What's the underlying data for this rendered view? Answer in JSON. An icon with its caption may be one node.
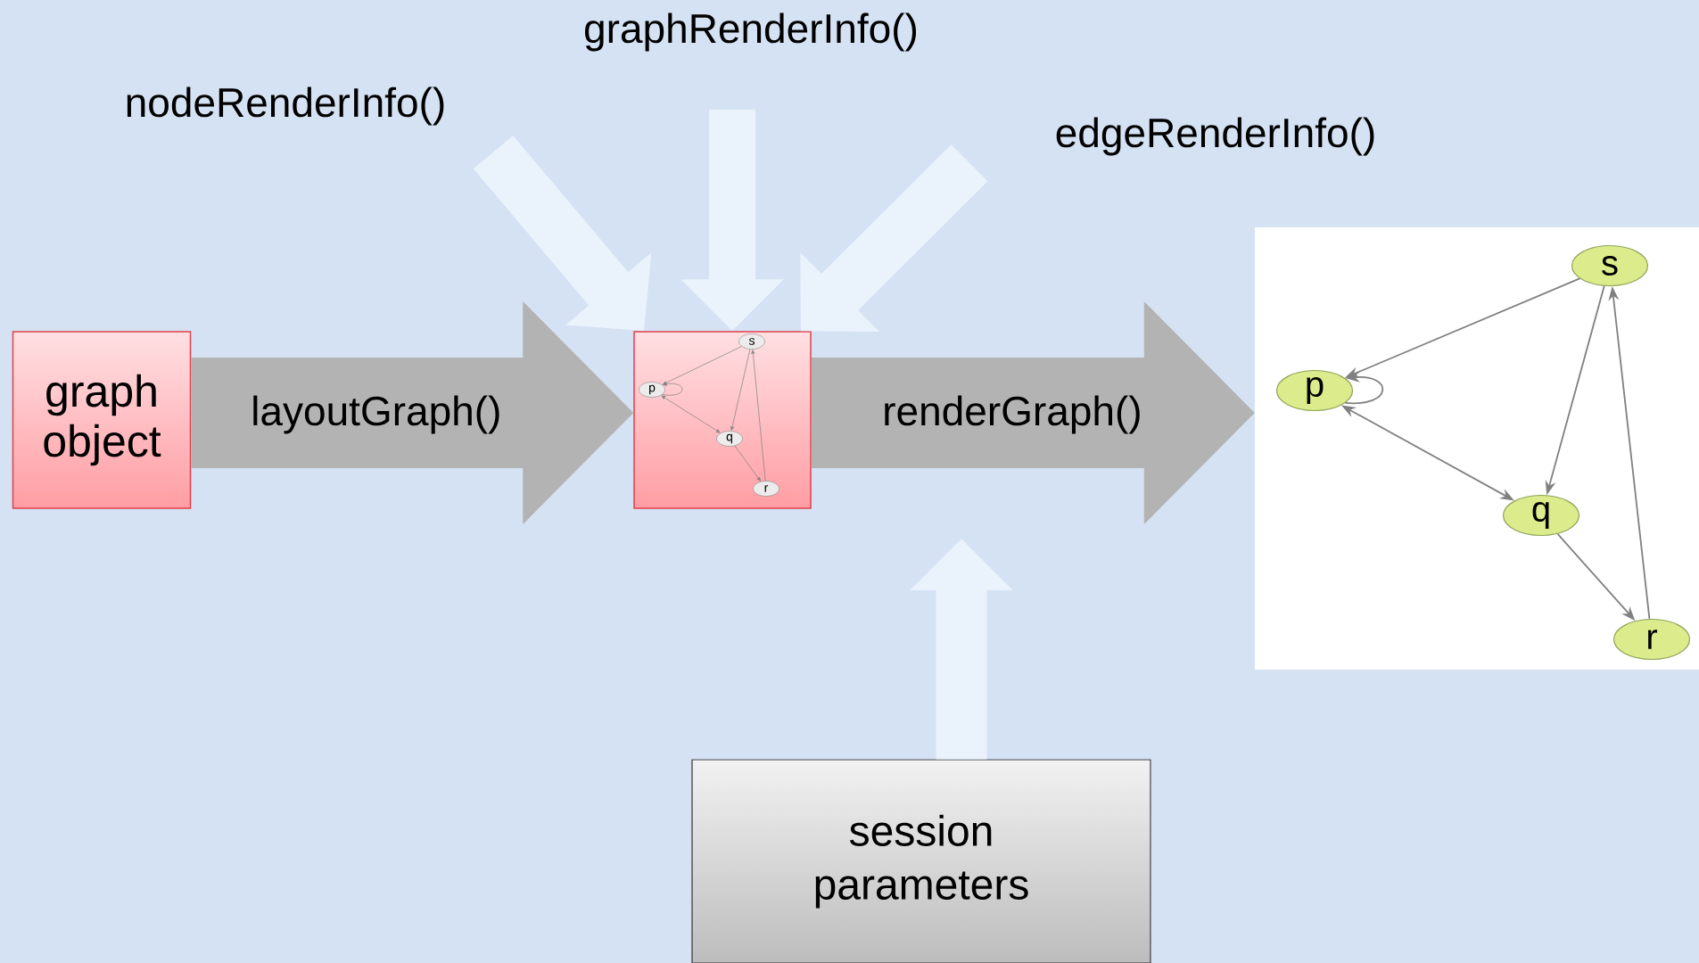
{
  "diagram": {
    "nodes": [
      {
        "text": [
          "graphRenderInfo()"
        ]
      },
      {
        "text": [
          "nodeRenderInfo()"
        ]
      },
      {
        "text": [
          "edgeRenderInfo()"
        ]
      },
      {
        "text": [
          "graph object"
        ]
      },
      {
        "text": [],
        "shape": "box"
      },
      {
        "text": [
          "s"
        ],
        "in": 4
      },
      {
        "text": [
          "p"
        ],
        "in": 4
      },
      {
        "text": [
          "q"
        ],
        "in": 4
      },
      {
        "text": [
          "r"
        ],
        "in": 4
      },
      {
        "text": [],
        "shape": "box"
      },
      {
        "text": [
          "s"
        ],
        "in": 9
      },
      {
        "text": [
          "p"
        ],
        "in": 9
      },
      {
        "text": [
          "q"
        ],
        "in": 9
      },
      {
        "text": [
          "r"
        ],
        "in": 9
      },
      {
        "text": [
          "session parameters"
        ]
      }
    ],
    "edges": [
      {
        "from": 1,
        "to": 4,
        "arrow": "to",
        "style": "thick",
        "color": "#eaf2fc"
      },
      {
        "from": 0,
        "to": 4,
        "arrow": "to",
        "style": "thick",
        "color": "#eaf2fc"
      },
      {
        "from": 2,
        "to": 4,
        "arrow": "to",
        "style": "thick",
        "color": "#eaf2fc"
      },
      {
        "from": 3,
        "to": 4,
        "arrow": "to",
        "label": "layoutGraph()",
        "style": "thick",
        "color": "#b3b3b3"
      },
      {
        "from": 4,
        "to": 9,
        "arrow": "to",
        "label": "renderGraph()",
        "style": "thick",
        "color": "#b3b3b3"
      },
      {
        "from": 14,
        "to": null,
        "arrow": "to",
        "style": "thick",
        "color": "#eaf2fc"
      },
      {
        "from": 5,
        "to": 6,
        "arrow": "to"
      },
      {
        "from": 6,
        "to": 6,
        "arrow": "to"
      },
      {
        "from": 6,
        "to": 7,
        "arrow": "both"
      },
      {
        "from": 5,
        "to": 7,
        "arrow": "to"
      },
      {
        "from": 7,
        "to": 8,
        "arrow": "to"
      },
      {
        "from": 8,
        "to": 5,
        "arrow": "to"
      },
      {
        "from": 10,
        "to": 11,
        "arrow": "to"
      },
      {
        "from": 11,
        "to": 11,
        "arrow": "to"
      },
      {
        "from": 11,
        "to": 12,
        "arrow": "both"
      },
      {
        "from": 10,
        "to": 12,
        "arrow": "to"
      },
      {
        "from": 12,
        "to": 13,
        "arrow": "to"
      },
      {
        "from": 13,
        "to": 10,
        "arrow": "to"
      }
    ]
  }
}
